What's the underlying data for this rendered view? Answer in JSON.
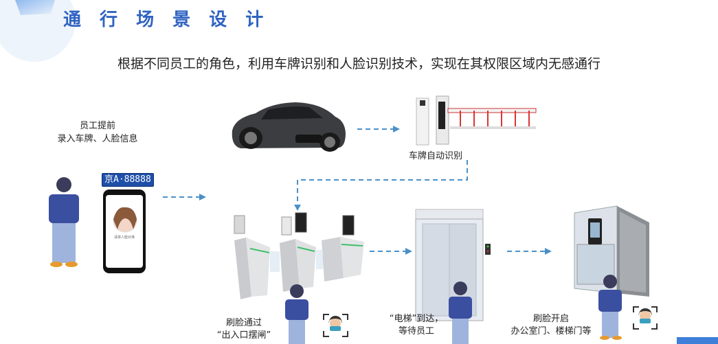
{
  "title": "通 行 场 景 设 计",
  "subtitle": "根据不同员工的角色，利用车牌识别和人脸识别技术，实现在其权限区域内无感通行",
  "labels": {
    "enroll_line1": "员工提前",
    "enroll_line2": "录入车牌、人脸信息",
    "plate_recognition": "车牌自动识别",
    "gate_line1": "刷脸通过",
    "gate_line2": "“出入口摆闸”",
    "elevator_line1": "“电梯”到达，",
    "elevator_line2": "等待员工",
    "door_line1": "刷脸开启",
    "door_line2": "办公室门、楼梯门等"
  },
  "plate_number": "京A·88888",
  "phone_screen_text": "请将人脸对准",
  "colors": {
    "accent": "#2f63c2",
    "arrow": "#4a90c8",
    "person_shirt": "#3b4fa0",
    "person_pants": "#9fb4dd"
  }
}
